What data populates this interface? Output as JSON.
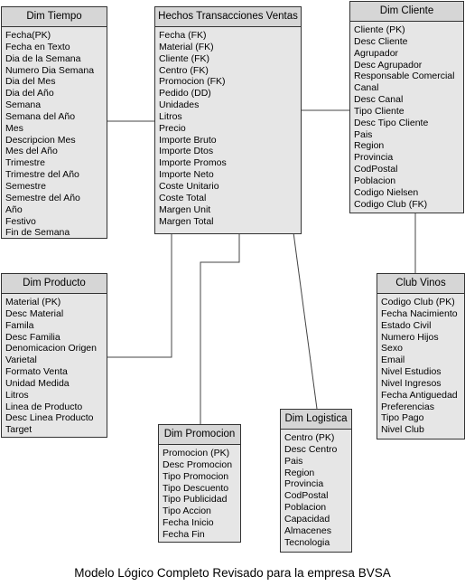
{
  "entities": {
    "dim_tiempo": {
      "title": "Dim Tiempo",
      "fields": [
        "Fecha(PK)",
        "Fecha en Texto",
        "Dia de la Semana",
        "Numero Dia Semana",
        "Dia del Mes",
        "Dia del Año",
        "Semana",
        "Semana del Año",
        "Mes",
        "Descripcion Mes",
        "Mes del Año",
        "Trimestre",
        "Trimestre del Año",
        "Semestre",
        "Semestre del Año",
        "Año",
        "Festivo",
        "Fin de Semana"
      ]
    },
    "hechos": {
      "title": "Hechos Transacciones Ventas",
      "fields": [
        "Fecha (FK)",
        "Material (FK)",
        "Cliente (FK)",
        "Centro (FK)",
        "Promocion (FK)",
        "Pedido (DD)",
        "Unidades",
        "Litros",
        "Precio",
        "Importe Bruto",
        "Importe Dtos",
        "Importe Promos",
        "Importe Neto",
        "Coste Unitario",
        "Coste Total",
        "Margen Unit",
        "Margen Total"
      ]
    },
    "dim_cliente": {
      "title": "Dim Cliente",
      "fields": [
        "Cliente (PK)",
        "Desc Cliente",
        "Agrupador",
        "Desc Agrupador",
        "Responsable Comercial",
        "Canal",
        "Desc Canal",
        "Tipo Cliente",
        "Desc Tipo Cliente",
        "Pais",
        "Region",
        "Provincia",
        "CodPostal",
        "Poblacion",
        "Codigo Nielsen",
        "Codigo Club (FK)"
      ]
    },
    "dim_producto": {
      "title": "Dim Producto",
      "fields": [
        "Material (PK)",
        "Desc Material",
        "Famila",
        "Desc Familia",
        "Denomicacion Origen",
        "Varietal",
        "Formato Venta",
        "Unidad Medida",
        "Litros",
        "Linea de Producto",
        "Desc Linea Producto",
        "Target"
      ]
    },
    "club_vinos": {
      "title": "Club Vinos",
      "fields": [
        "Codigo Club (PK)",
        "Fecha Nacimiento",
        "Estado Civil",
        "Numero Hijos",
        "Sexo",
        "Email",
        "Nivel Estudios",
        "Nivel Ingresos",
        "Fecha Antiguedad",
        "Preferencias",
        "Tipo Pago",
        "Nivel Club"
      ]
    },
    "dim_promocion": {
      "title": "Dim Promocion",
      "fields": [
        "Promocion (PK)",
        "Desc Promocion",
        "Tipo Promocion",
        "Tipo Descuento",
        "Tipo Publicidad",
        "Tipo Accion",
        "Fecha Inicio",
        "Fecha Fin"
      ]
    },
    "dim_logistica": {
      "title": "Dim Logistica",
      "fields": [
        "Centro (PK)",
        "Desc Centro",
        "Pais",
        "Region",
        "Provincia",
        "CodPostal",
        "Poblacion",
        "Capacidad",
        "Almacenes",
        "Tecnologia"
      ]
    }
  },
  "caption": "Modelo Lógico Completo Revisado para la empresa BVSA"
}
